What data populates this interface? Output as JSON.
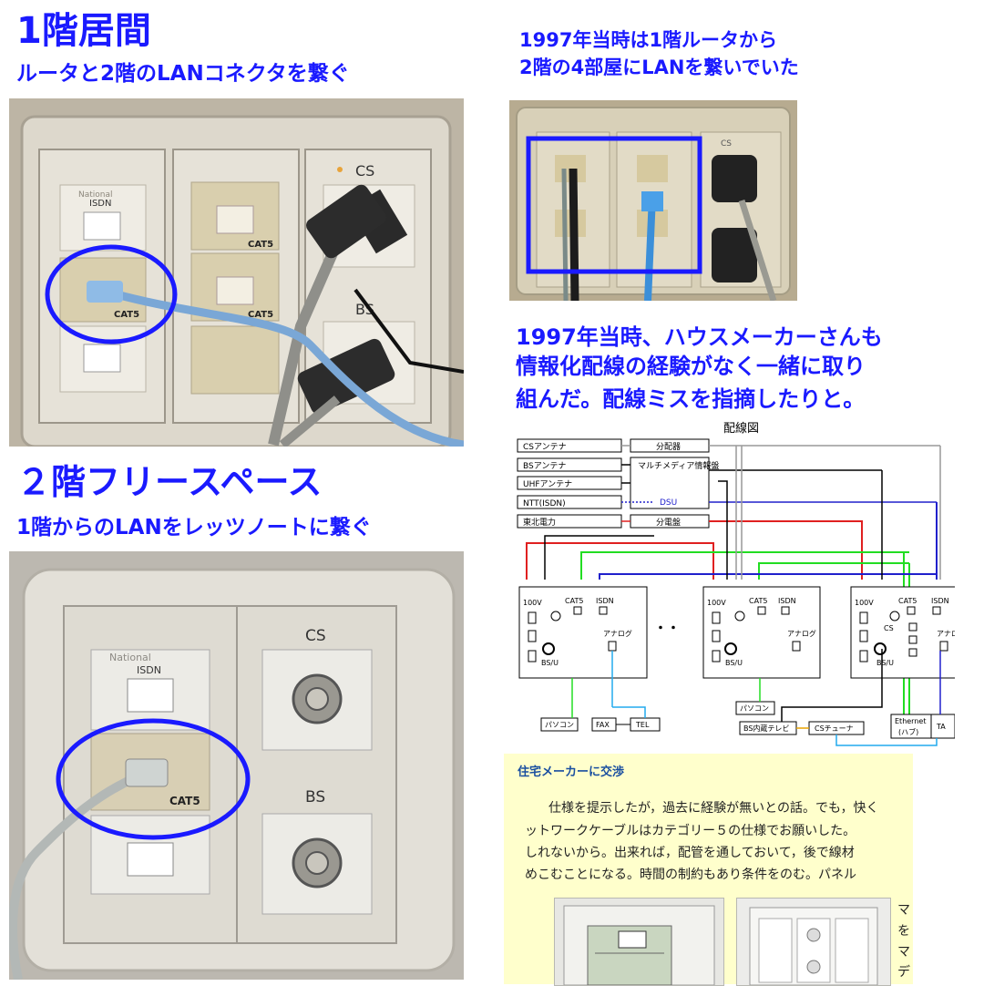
{
  "top_left": {
    "heading": "1階居間",
    "subheading": "ルータと2階のLANコネクタを繋ぐ",
    "photo_labels": {
      "cs": "CS",
      "bs": "BS",
      "isdn": "ISDN",
      "cat5_a": "CAT5",
      "cat5_b": "CAT5",
      "cat5_c": "CAT5",
      "national": "National"
    }
  },
  "top_right": {
    "caption_line1": "1997年当時は1階ルータから",
    "caption_line2": "2階の4部屋にLANを繋いでいた",
    "photo_labels": {
      "cs": "CS"
    }
  },
  "middle_right": {
    "caption_line1": "1997年当時、ハウスメーカーさんも",
    "caption_line2": "情報化配線の経験がなく一緒に取り",
    "caption_line3": "組んだ。配線ミスを指摘したりと。"
  },
  "diagram": {
    "title": "配線図",
    "sources": [
      "CSアンテナ",
      "BSアンテナ",
      "UHFアンテナ",
      "NTT(ISDN)",
      "東北電力"
    ],
    "hub_top": "分配器",
    "hub_media": "マルチメディア情報盤",
    "dsu": "DSU",
    "distribution": "分電盤",
    "panel_labels": {
      "v100": "100V",
      "cat5": "CAT5",
      "isdn": "ISDN",
      "analog": "アナログ",
      "bsu": "BS/U",
      "cs_short": "CS"
    },
    "dots": "・・",
    "devices": {
      "pc1": "パソコン",
      "fax": "FAX",
      "tel": "TEL",
      "pc2": "パソコン",
      "bs_tv": "BS内蔵テレビ",
      "cs_tuner": "CSチューナ",
      "ethernet": "Ethernet",
      "hub": "(ハブ)",
      "ta": "TA"
    }
  },
  "bottom_left": {
    "heading": "２階フリースペース",
    "subheading": "1階からのLANをレッツノートに繋ぐ",
    "photo_labels": {
      "cs": "CS",
      "bs": "BS",
      "isdn": "ISDN",
      "cat5": "CAT5",
      "national": "National"
    }
  },
  "bottom_right": {
    "heading": "住宅メーカーに交渉",
    "para1": "仕様を提示したが，過去に経験が無いとの話。でも，快く",
    "para2": "ットワークケーブルはカテゴリー５の仕様でお願いした。",
    "para3": "しれないから。出来れば，配管を通しておいて，後で線材",
    "para4": "めこむことになる。時間の制約もあり条件をのむ。パネル",
    "side1": "マ",
    "side2": "を",
    "side3": "マ",
    "side4": "デ"
  },
  "colors": {
    "title_blue": "#1a1aff",
    "circle_blue": "#1a1aff",
    "wire_red": "#e02020",
    "wire_green": "#22dd22",
    "wire_blue": "#2020cc",
    "wire_cyan": "#22aaee",
    "wire_gray": "#999999",
    "panel_yellow": "#ffffcc"
  }
}
